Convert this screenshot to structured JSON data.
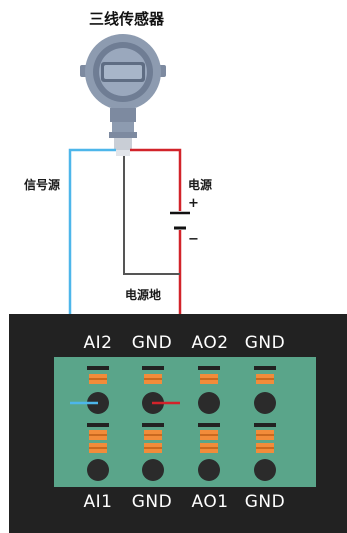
{
  "title": "三线传感器",
  "labels": {
    "signal_source": "信号源",
    "power": "电源",
    "plus": "+",
    "minus": "−",
    "power_ground": "电源地"
  },
  "terminals_top": [
    "AI2",
    "GND",
    "AO2",
    "GND"
  ],
  "terminals_bottom": [
    "AI1",
    "GND",
    "AO1",
    "GND"
  ],
  "colors": {
    "signal_wire": "#4db6ea",
    "power_wire": "#d2232a",
    "ground_wire": "#555555",
    "panel": "#222222",
    "terminal_board": "#5aa58a",
    "clip": "#f28c3a",
    "sensor_body": "#8d9bb0"
  },
  "icons": [
    "sensor-transmitter-icon",
    "battery-icon"
  ]
}
